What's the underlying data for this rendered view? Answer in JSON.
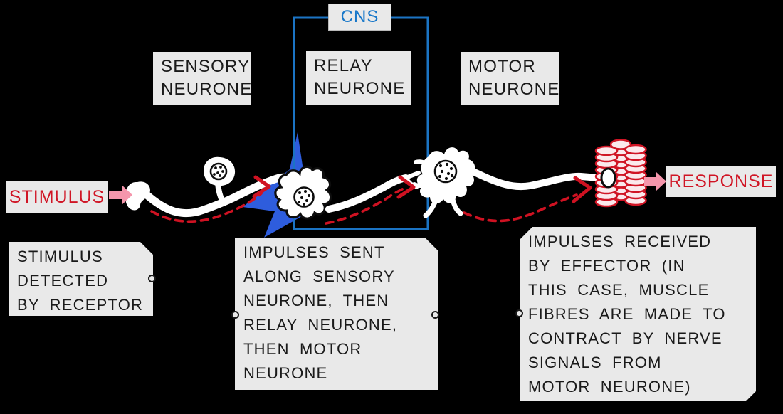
{
  "title_labels": {
    "cns": "CNS",
    "sensory": "SENSORY\nNEURONE",
    "relay": "RELAY\nNEURONE",
    "motor": "MOTOR\nNEURONE"
  },
  "flow": {
    "stimulus": "STIMULUS",
    "response": "RESPONSE"
  },
  "captions": {
    "receptor": "STIMULUS\nDETECTED\nBY RECEPTOR",
    "pathway": "IMPULSES SENT\nALONG SENSORY\nNEURONE, THEN\nRELAY NEURONE,\nTHEN MOTOR\nNEURONE",
    "effector": "IMPULSES RECEIVED\nBY EFFECTOR (IN\nTHIS CASE, MUSCLE\nFIBRES ARE MADE TO\nCONTRACT BY NERVE\nSIGNALS FROM\nMOTOR NEURONE)"
  },
  "colors": {
    "background": "#000000",
    "panel_gray": "#e9e9e9",
    "cns_blue": "#1b74c4",
    "cns_text": "#1777c9",
    "bolt_blue": "#2e5ddd",
    "red": "#d01525",
    "dash_red": "#cf1222",
    "pink": "#f596ac",
    "muscle_fill": "#fbe9ec"
  }
}
